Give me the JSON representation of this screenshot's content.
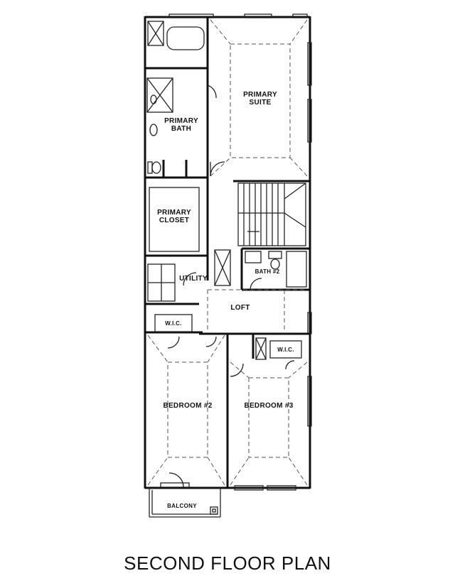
{
  "plan": {
    "title": "SECOND FLOOR PLAN",
    "rooms": {
      "primary_suite": "PRIMARY\nSUITE",
      "primary_bath": "PRIMARY\nBATH",
      "primary_closet": "PRIMARY\nCLOSET",
      "utility": "UTILITY",
      "bath_2": "BATH #2",
      "loft": "LOFT",
      "wic_left": "W.I.C.",
      "wic_right": "W.I.C.",
      "bedroom_2": "BEDROOM #2",
      "bedroom_3": "BEDROOM #3",
      "balcony": "BALCONY"
    }
  }
}
